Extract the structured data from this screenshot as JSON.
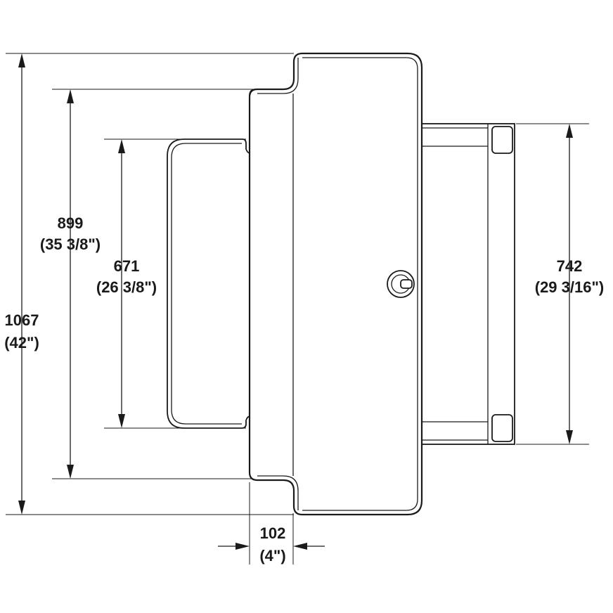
{
  "dimensions": {
    "overall_height": {
      "mm": "1067",
      "inch": "(42\")"
    },
    "outer_step_height": {
      "mm": "899",
      "inch": "(35 3/8\")"
    },
    "inner_recess_height": {
      "mm": "671",
      "inch": "(26 3/8\")"
    },
    "rail_height": {
      "mm": "742",
      "inch": "(29 3/16\")"
    },
    "step_depth": {
      "mm": "102",
      "inch": "(4\")"
    }
  }
}
